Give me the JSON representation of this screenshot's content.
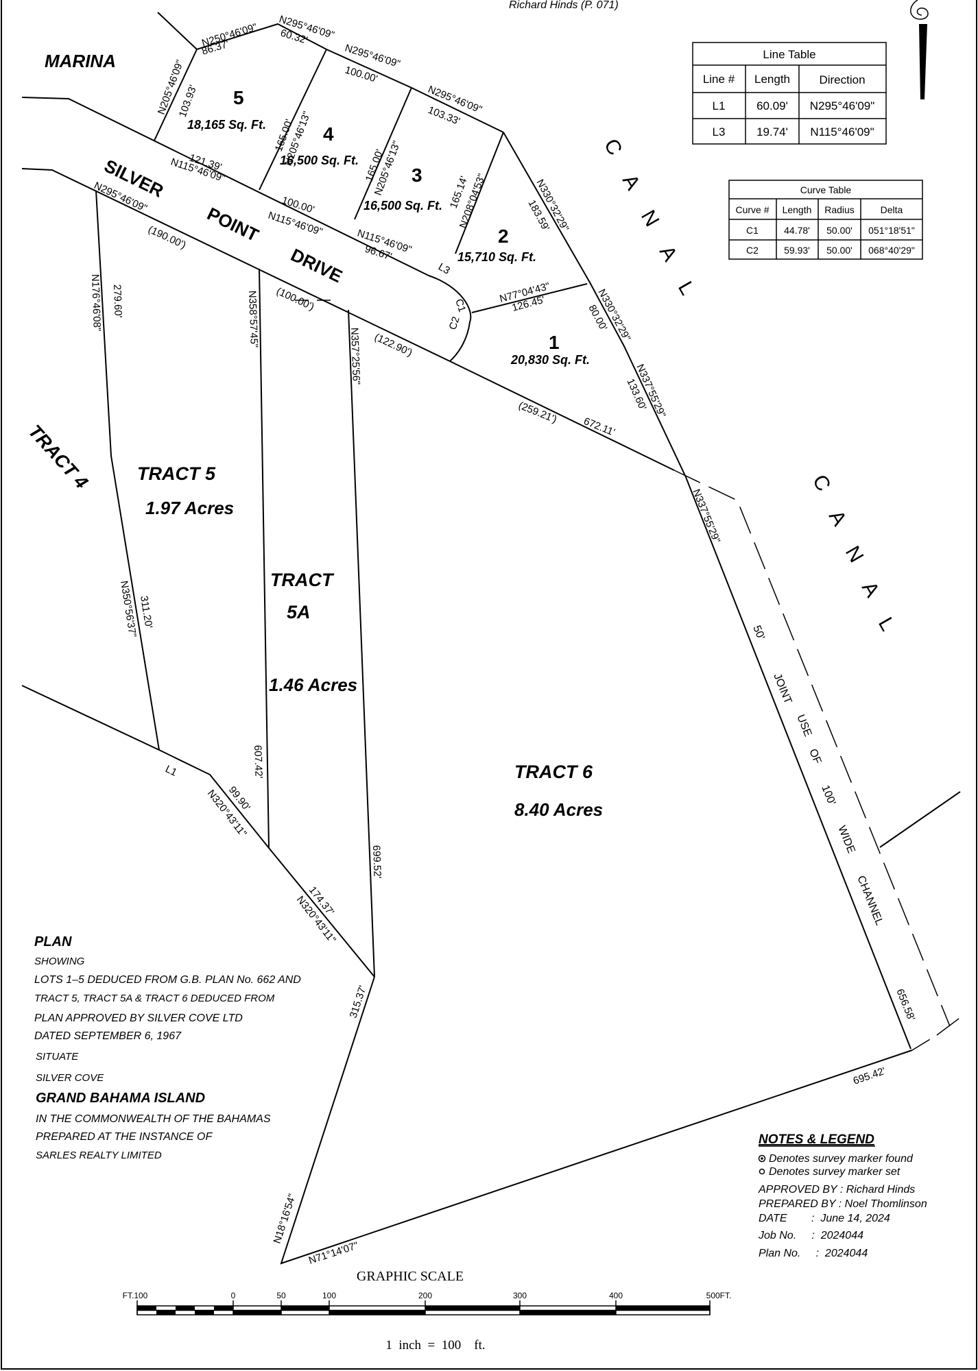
{
  "header": {
    "approver_ref": "Richard Hinds   (P. 071)"
  },
  "north_arrow": {
    "label": "NORTH",
    "icon": "north-arrow-icon"
  },
  "line_table": {
    "title": "Line Table",
    "headers": [
      "Line #",
      "Length",
      "Direction"
    ],
    "rows": [
      [
        "L1",
        "60.09'",
        "N295°46'09\""
      ],
      [
        "L3",
        "19.74'",
        "N115°46'09\""
      ]
    ]
  },
  "curve_table": {
    "title": "Curve Table",
    "headers": [
      "Curve #",
      "Length",
      "Radius",
      "Delta"
    ],
    "rows": [
      [
        "C1",
        "44.78'",
        "50.00'",
        "051°18'51\""
      ],
      [
        "C2",
        "59.93'",
        "50.00'",
        "068°40'29\""
      ]
    ]
  },
  "labels": {
    "marina": "MARINA",
    "canal_letters": [
      "C",
      "A",
      "N",
      "A",
      "L"
    ],
    "road": [
      "SILVER",
      "POINT",
      "DRIVE"
    ],
    "tract4": "TRACT 4",
    "tract5": "TRACT 5",
    "tract5_acres": "1.97 Acres",
    "tract5a_a": "TRACT",
    "tract5a_b": "5A",
    "tract5a_acres": "1.46 Acres",
    "tract6": "TRACT 6",
    "tract6_acres": "8.40 Acres",
    "channel": [
      "50'",
      "JOINT",
      "USE",
      "OF",
      "100'",
      "WIDE",
      "CHANNEL"
    ]
  },
  "lots": [
    {
      "num": "5",
      "area": "18,165 Sq. Ft."
    },
    {
      "num": "4",
      "area": "16,500 Sq. Ft."
    },
    {
      "num": "3",
      "area": "16,500 Sq. Ft."
    },
    {
      "num": "2",
      "area": "15,710 Sq. Ft."
    },
    {
      "num": "1",
      "area": "20,830 Sq. Ft."
    }
  ],
  "dims": {
    "d1": "N250°46'09\"",
    "d2": "86.37'",
    "d3": "N295°46'09\"",
    "d4": "60.32'",
    "d5": "N295°46'09\"",
    "d6": "100.00'",
    "d7": "N295°46'09\"",
    "d8": "103.33'",
    "d9": "N205°46'09\"",
    "d10": "103.93'",
    "d11": "165.00'",
    "d12": "N205°46'13\"",
    "d13": "165.00'",
    "d14": "N205°46'13\"",
    "d15": "165.14'",
    "d16": "N208°04'53\"",
    "d17": "N330°32'29\"",
    "d18": "183.59'",
    "d19": "121.39'",
    "d20": "N115°46'09\"",
    "d21": "100.00'",
    "d22": "N115°46'09\"",
    "d23": "N115°46'09\"",
    "d24": "96.67'",
    "d25": "L3",
    "d26": "N295°46'09\"",
    "d27": "(190.00')",
    "d28": "(100.00')",
    "d29": "(122.90')",
    "d30": "C1",
    "d31": "C2",
    "d32": "N77°04'43\"",
    "d33": "126.45'",
    "d34": "N330°32'29\"",
    "d35": "80.00'",
    "d36": "N337°55'29\"",
    "d37": "133.60'",
    "d38": "(259.21')",
    "d39": "672.11'",
    "d40": "N176°46'08\"",
    "d41": "279.60'",
    "d42": "N358°57'45\"",
    "d43": "N357°25'56\"",
    "d44": "N337°55'29\"",
    "d45": "N350°56'37\"",
    "d46": "311.20'",
    "d47": "L1",
    "d48": "99.90'",
    "d49": "N320°43'11\"",
    "d50": "607.42'",
    "d51": "699.52'",
    "d52": "174.37'",
    "d53": "N320°43'11\"",
    "d54": "315.37'",
    "d55": "656.58'",
    "d56": "695.42'",
    "d57": "N18°16'54\"",
    "d58": "N71°14'07\""
  },
  "plan_notes": {
    "title": "PLAN",
    "lines": [
      "SHOWING",
      "LOTS 1–5 DEDUCED FROM G.B. PLAN No. 662 AND",
      "TRACT 5, TRACT 5A & TRACT 6 DEDUCED FROM",
      "PLAN APPROVED BY SILVER COVE LTD",
      "DATED SEPTEMBER 6, 1967",
      "SITUATE",
      "SILVER COVE"
    ],
    "island": "GRAND BAHAMA ISLAND",
    "lines2": [
      "IN THE COMMONWEALTH OF THE BAHAMAS",
      "PREPARED AT THE INSTANCE OF",
      "SARLES REALTY LIMITED"
    ]
  },
  "legend": {
    "title": "NOTES & LEGEND",
    "found": "Denotes survey marker found",
    "set": "Denotes survey marker set",
    "approved": "APPROVED BY :  Richard Hinds",
    "prepared": "PREPARED BY :  Noel Thomlinson",
    "date": "DATE        :  June 14, 2024",
    "job": "Job No.     :  2024044",
    "plan_no": "Plan No.     :  2024044"
  },
  "scale": {
    "title": "GRAPHIC  SCALE",
    "ticks": [
      "FT.100",
      "0",
      "50",
      "100",
      "200",
      "300",
      "400",
      "500FT."
    ],
    "caption": "1  inch  =  100    ft."
  }
}
